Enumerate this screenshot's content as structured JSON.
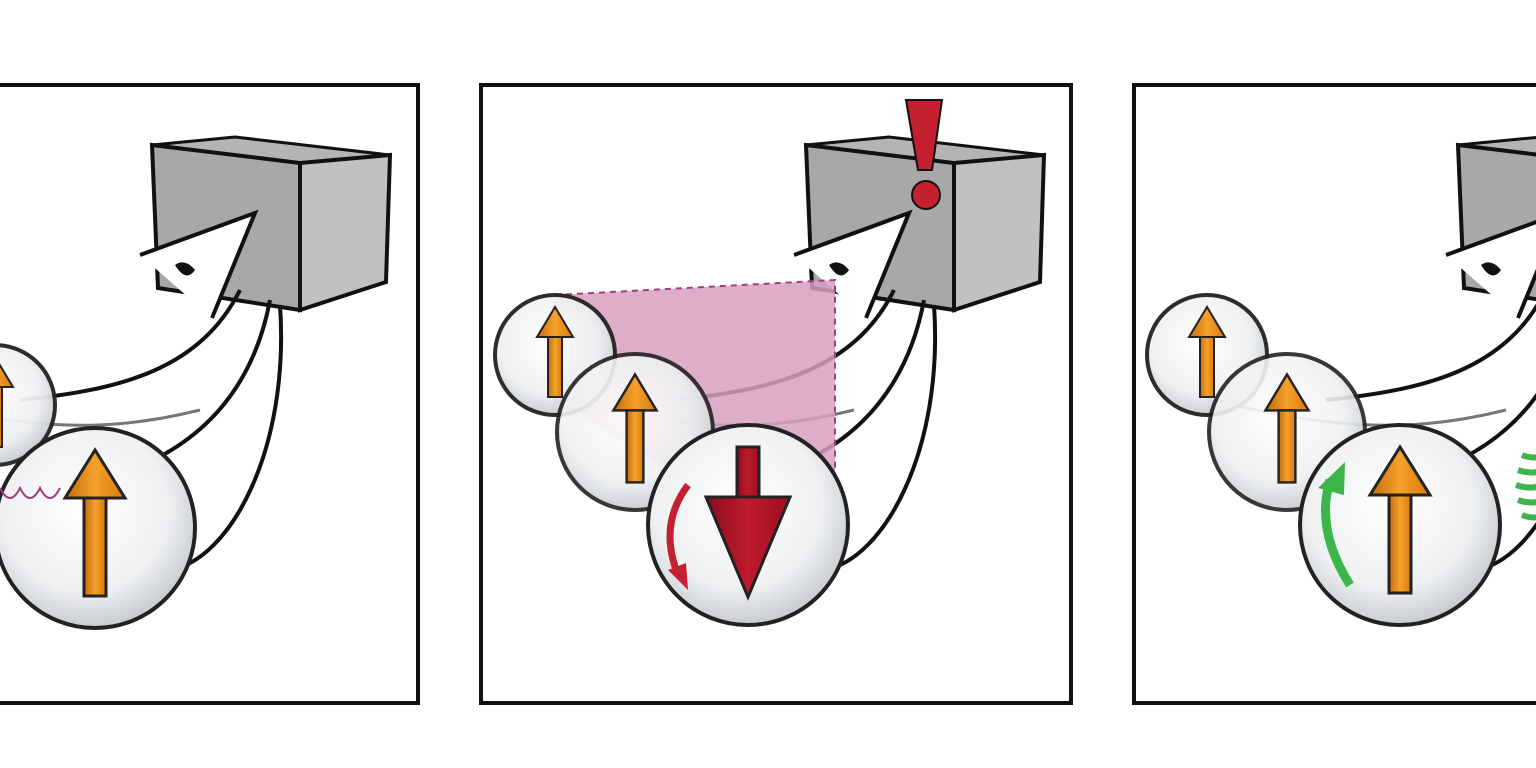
{
  "figure": {
    "panel_count": 3,
    "panels": [
      {
        "state": "normal",
        "big_arrow_direction": "up"
      },
      {
        "state": "error",
        "big_arrow_direction": "down",
        "alert_symbol": "!"
      },
      {
        "state": "corrected",
        "big_arrow_direction": "up"
      }
    ]
  },
  "colors": {
    "spin_up": "#f0921e",
    "spin_flipped": "#b0162a",
    "alert": "#c4202f",
    "error_region": "#d79fc0",
    "correction": "#3cb54a",
    "cube_front": "#a8a8a8",
    "cube_side": "#c0c2c2",
    "coupling": "#a0407a"
  }
}
